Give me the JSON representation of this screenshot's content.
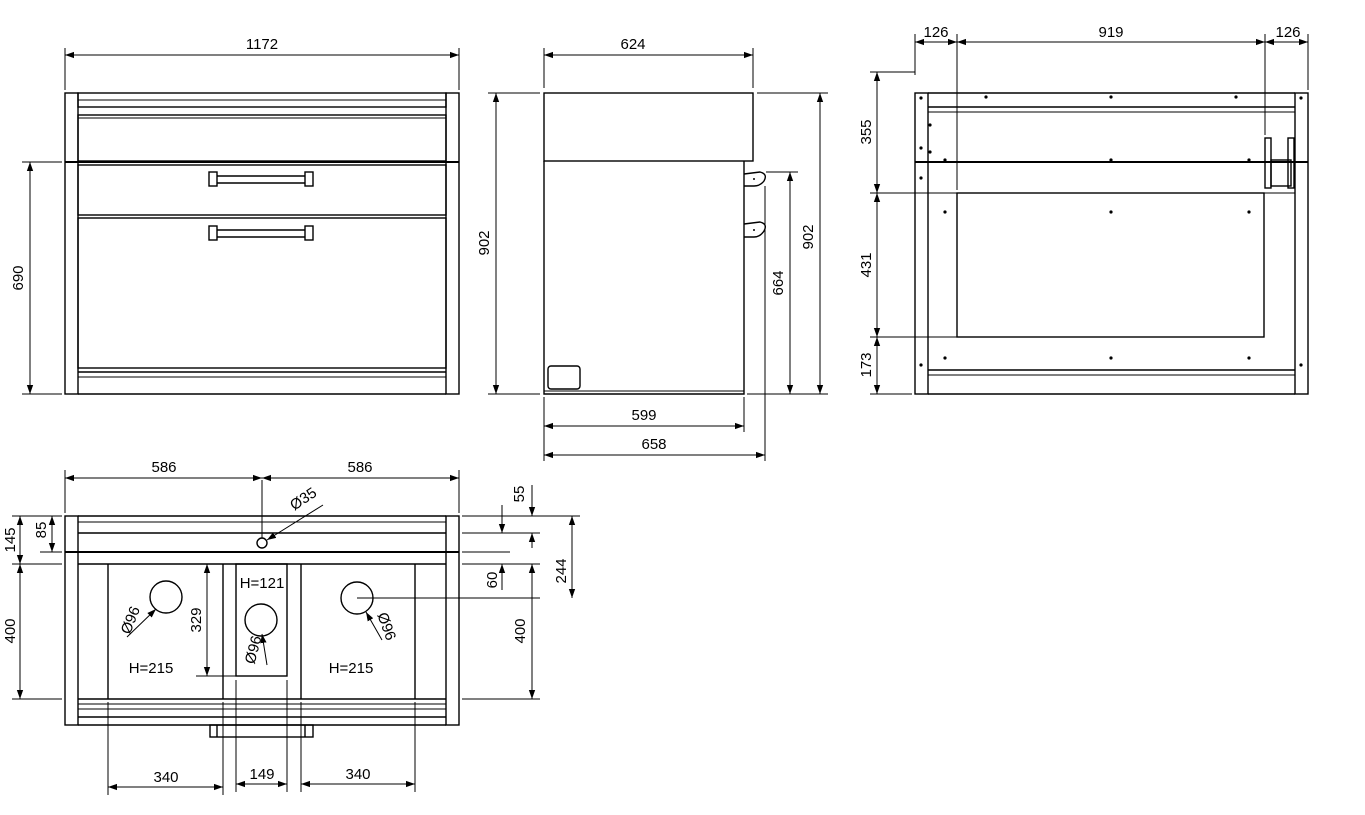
{
  "front_view": {
    "width": "1172",
    "height": "690"
  },
  "side_view": {
    "depth_top": "624",
    "height_left": "902",
    "height_right": "902",
    "drawer_height": "664",
    "depth_inner": "599",
    "depth_total": "658"
  },
  "back_view": {
    "left_offset": "126",
    "center_width": "919",
    "right_offset": "126",
    "top_height": "355",
    "middle_height": "431",
    "bottom_height": "173"
  },
  "plan_view": {
    "left_half": "586",
    "right_half": "586",
    "hole_diameter": "Ø35",
    "dim_55": "55",
    "dim_145": "145",
    "dim_85": "85",
    "dim_244": "244",
    "dim_60": "60",
    "depth_left": "400",
    "depth_right": "400",
    "dim_329": "329",
    "left_hole": "Ø96",
    "center_hole": "Ø96",
    "right_hole": "Ø96",
    "left_height": "H=215",
    "center_height": "H=121",
    "right_height": "H=215",
    "left_width": "340",
    "center_width": "149",
    "right_width": "340"
  }
}
